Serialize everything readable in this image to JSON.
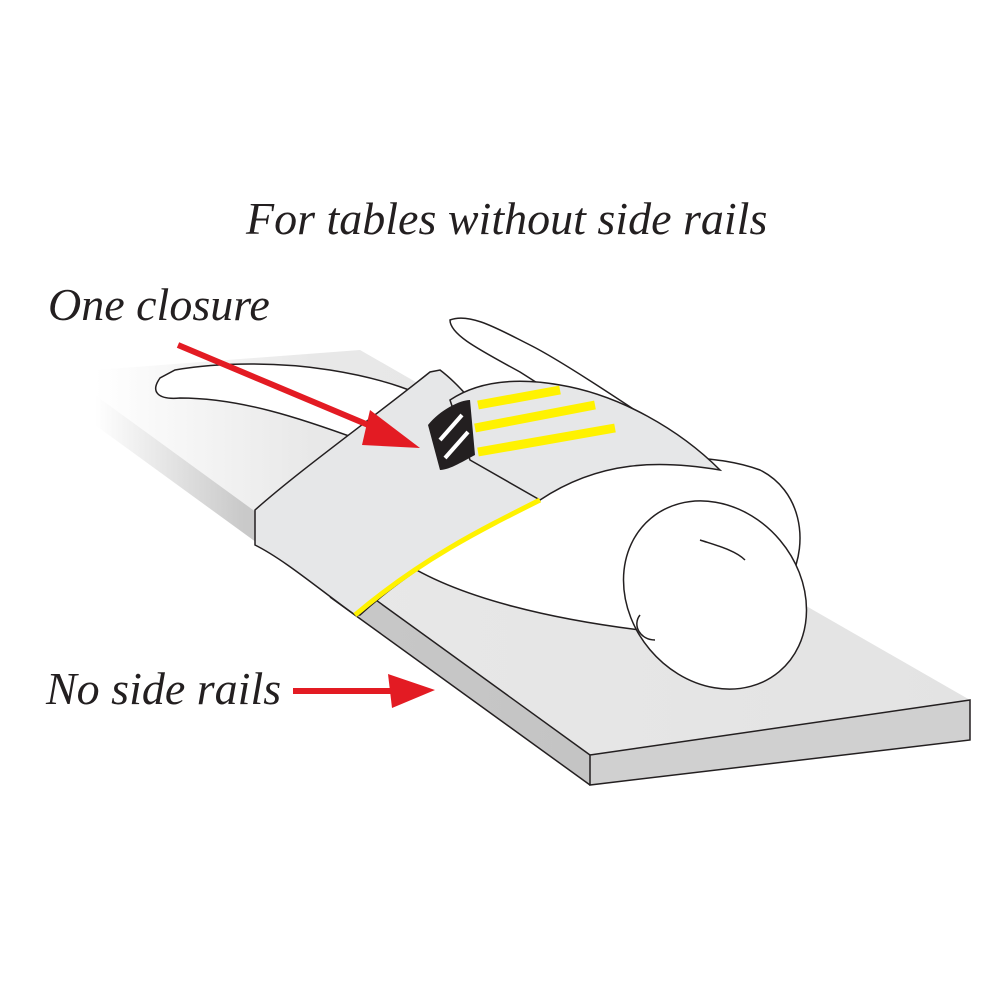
{
  "title": "For tables without side rails",
  "labels": {
    "one_closure": "One closure",
    "no_side_rails": "No side rails"
  },
  "colors": {
    "arrow": "#e31b23",
    "strap": "#e6e7e8",
    "strap_stripe": "#fff200",
    "table_top": "#e6e6e6",
    "table_side": "#c8c8c8",
    "outline": "#231f20"
  }
}
